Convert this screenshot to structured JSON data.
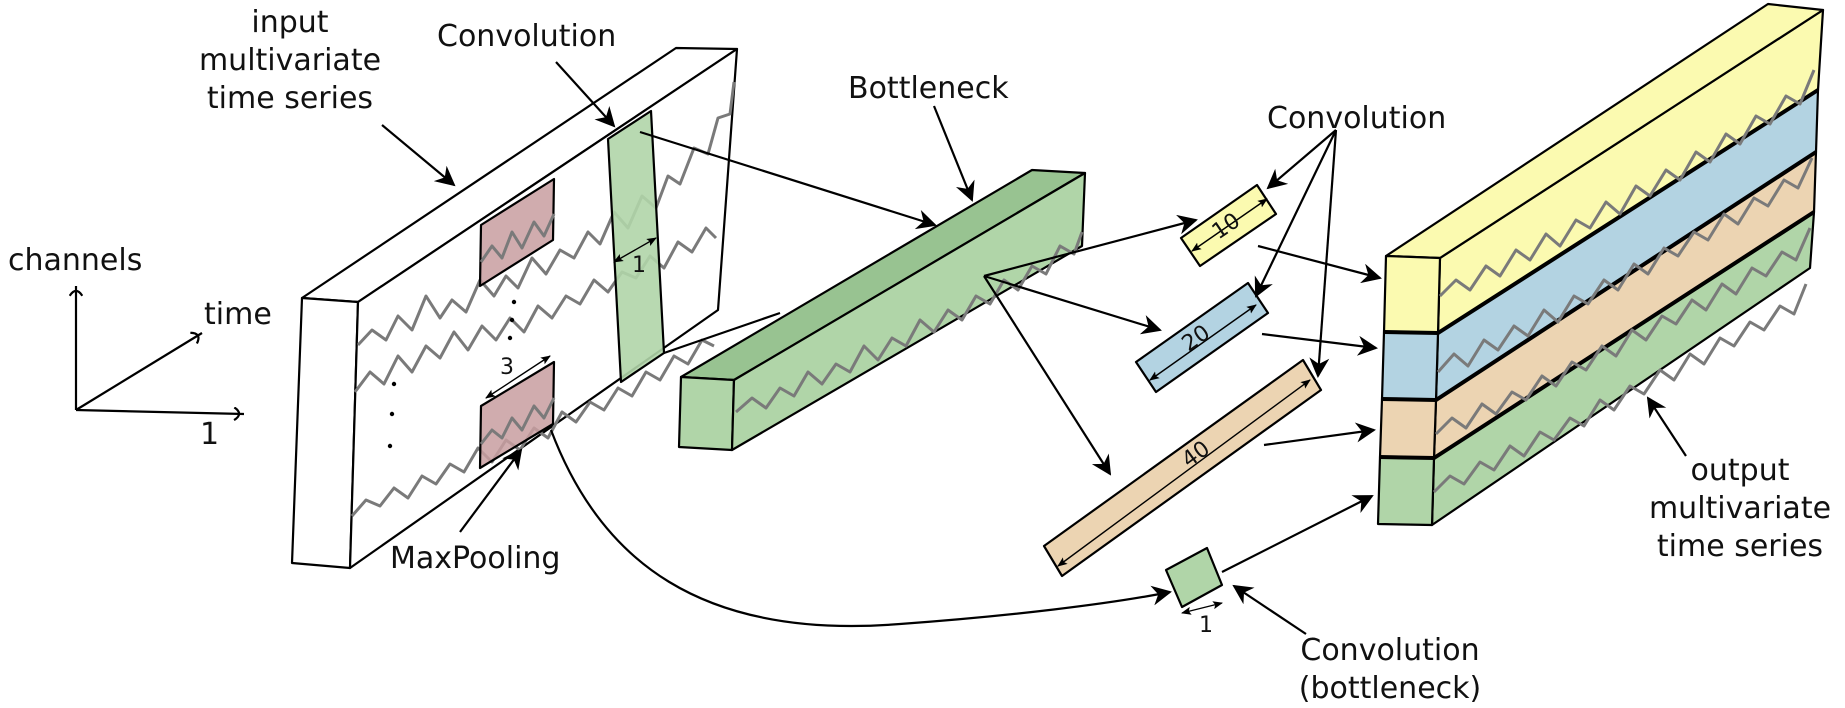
{
  "labels": {
    "input_series": [
      "input",
      "multivariate",
      "time series"
    ],
    "convolution_top": "Convolution",
    "bottleneck": "Bottleneck",
    "convolution_branches": "Convolution",
    "axis_channels": "channels",
    "axis_time": "time",
    "axis_one": "1",
    "maxpooling": "MaxPooling",
    "convolution_bottleneck": [
      "Convolution",
      "(bottleneck)"
    ],
    "output_series": [
      "output",
      "multivariate",
      "time series"
    ]
  },
  "dimensions": {
    "conv_input_width": "1",
    "pool_width": "3",
    "kernel_10": "10",
    "kernel_20": "20",
    "kernel_40": "40",
    "bottleneck_conv_width": "1"
  },
  "colors": {
    "green": "#b0d5a8",
    "green_dark": "#98c391",
    "red": "#c89ea0",
    "yellow": "#fbfab0",
    "blue": "#b3d3e2",
    "tan": "#ecd4b2",
    "wave": "#7a7a7a"
  }
}
